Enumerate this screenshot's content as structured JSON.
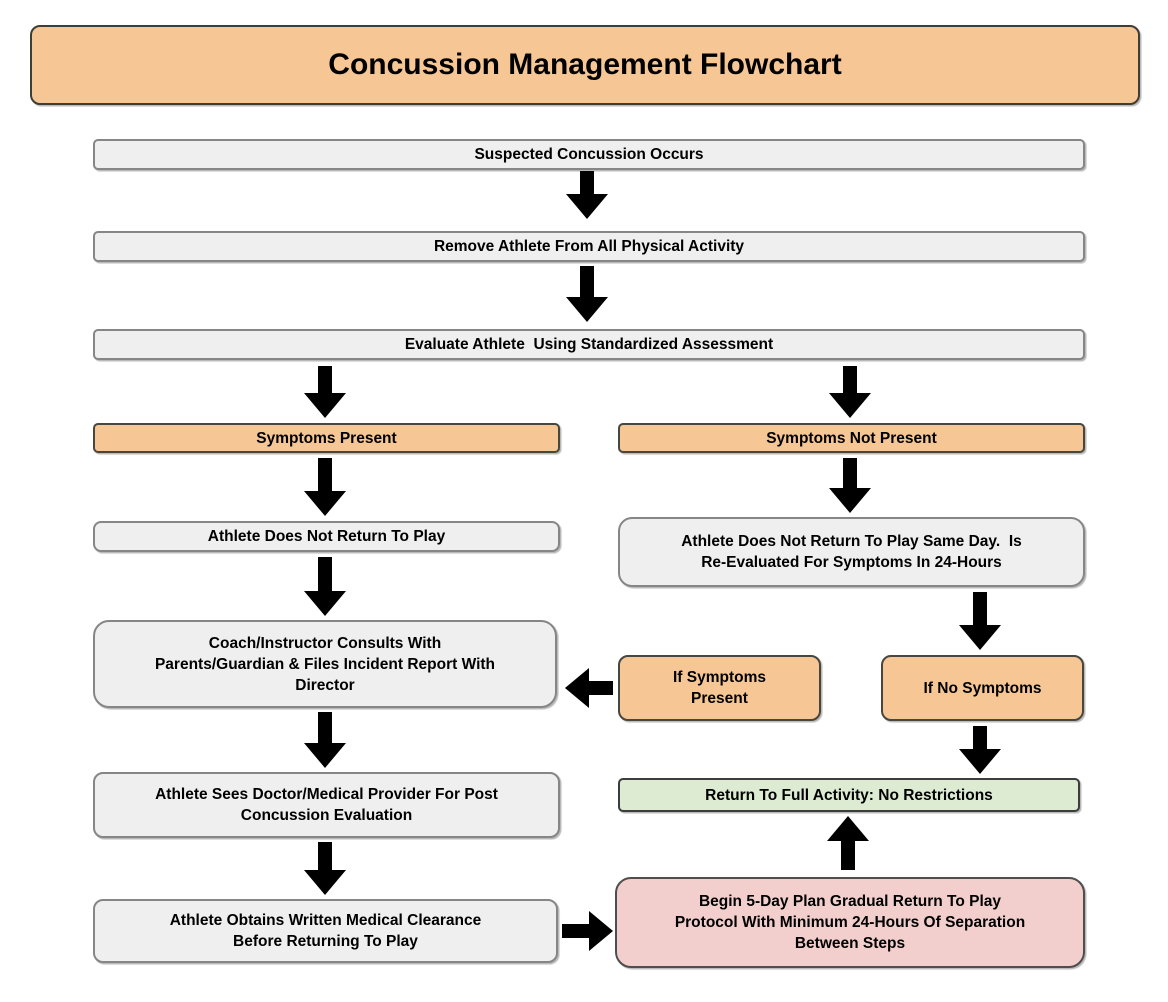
{
  "title": {
    "label": "Concussion Management Flowchart"
  },
  "nodes": {
    "suspected": {
      "label": "Suspected Concussion Occurs"
    },
    "remove": {
      "label": "Remove Athlete From All Physical Activity"
    },
    "evaluate": {
      "label": "Evaluate Athlete  Using Standardized Assessment"
    },
    "symptoms_present": {
      "label": "Symptoms Present"
    },
    "symptoms_not_present": {
      "label": "Symptoms Not Present"
    },
    "no_return": {
      "label": "Athlete Does Not Return To Play"
    },
    "no_return_same_day": {
      "label": "Athlete Does Not Return To Play Same Day.  Is\nRe-Evaluated For Symptoms In 24-Hours"
    },
    "coach_consults": {
      "label": "Coach/Instructor Consults With\nParents/Guardian & Files Incident Report With\nDirector"
    },
    "if_symptoms_present": {
      "label": "If Symptoms\nPresent"
    },
    "if_no_symptoms": {
      "label": "If No Symptoms"
    },
    "sees_doctor": {
      "label": "Athlete Sees Doctor/Medical Provider For Post\nConcussion Evaluation"
    },
    "return_full_activity": {
      "label": "Return To Full Activity: No Restrictions"
    },
    "written_clearance": {
      "label": "Athlete Obtains Written Medical Clearance\nBefore Returning To Play"
    },
    "five_day_plan": {
      "label": "Begin 5-Day Plan Gradual Return To Play\nProtocol With Minimum 24-Hours Of Separation\nBetween Steps"
    }
  },
  "colors": {
    "orange": "#F6C794",
    "gray": "#EFEFEF",
    "green": "#DCEBD2",
    "pink": "#F2CFCC",
    "arrow": "#000000"
  }
}
